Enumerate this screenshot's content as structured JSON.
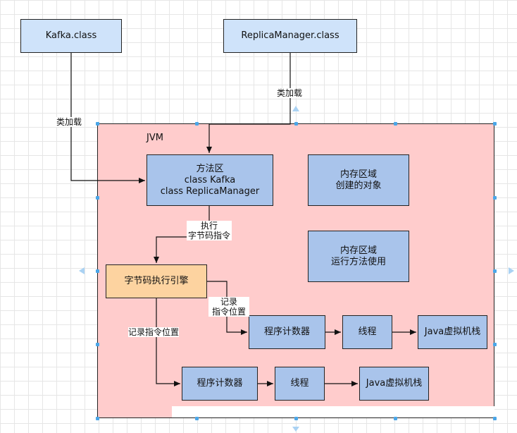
{
  "nodes": {
    "kafka_class": "Kafka.class",
    "replica_class": "ReplicaManager.class",
    "jvm": "JVM",
    "method_area": "方法区\nclass Kafka\nclass ReplicaManager",
    "memory_objects": "内存区域\n创建的对象",
    "memory_runtime": "内存区域\n运行方法使用",
    "bytecode_engine": "字节码执行引擎",
    "pc1": "程序计数器",
    "thread1": "线程",
    "stack1": "Java虚拟机栈",
    "pc2": "程序计数器",
    "thread2": "线程",
    "stack2": "Java虚拟机栈"
  },
  "edges": {
    "load_left": "类加载",
    "load_right": "类加载",
    "exec_bytecode": "执行\n字节码指令",
    "record_pos_1": "记录\n指令位置",
    "record_pos_2": "记录指令位置"
  },
  "colors": {
    "jvm_fill": "#ffcccc",
    "class_fill": "#cfe3fa",
    "box_fill": "#a9c4eb",
    "engine_fill": "#fdd3a0",
    "selection_handle": "#4aa6e8"
  }
}
